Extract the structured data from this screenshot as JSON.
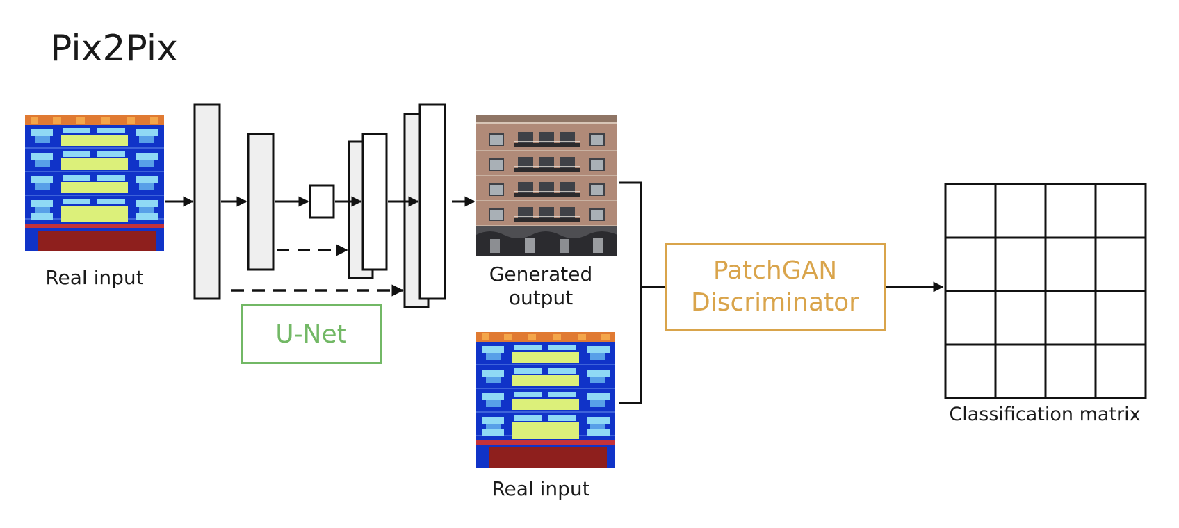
{
  "title": "Pix2Pix",
  "labels": {
    "real_input_left": "Real input",
    "generated_line1": "Generated",
    "generated_line2": "output",
    "real_input_bottom": "Real input",
    "classification": "Classification matrix"
  },
  "unet": {
    "label": "U-Net"
  },
  "discriminator": {
    "line1": "PatchGAN",
    "line2": "Discriminator"
  },
  "colors": {
    "unet": "#72b865",
    "discriminator": "#d9a44b",
    "layer_fill": "#efefef",
    "line": "#111111",
    "map_background": "#1033c8",
    "map_window": "#8fd9f5",
    "map_balcony": "#dcf07a",
    "map_header": "#e48a3a",
    "map_shop": "#8e1f1d",
    "photo_wall": "#b08a78"
  },
  "icons": {
    "real_input_image": "facade-label-map",
    "generated_output_image": "building-facade-photo"
  },
  "classification_matrix": {
    "rows": 4,
    "cols": 4
  }
}
